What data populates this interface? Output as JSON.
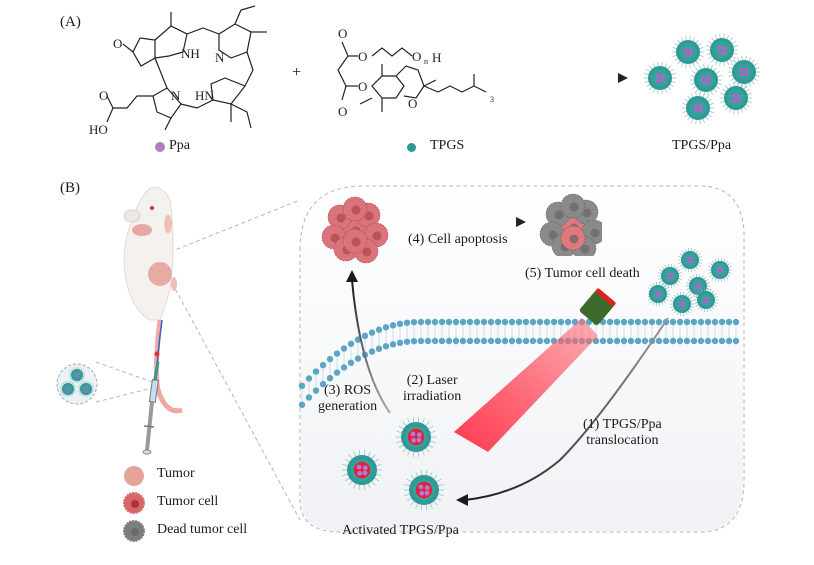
{
  "panel_a": {
    "label": "(A)",
    "plus_sign": "+",
    "ppa": {
      "name": "Ppa",
      "legend_color": "#b07cc6",
      "atoms": {
        "o_ketone": "O",
        "nh": "NH",
        "n_top": "N",
        "n_mid": "N",
        "hn": "HN",
        "o_acid": "O",
        "ho": "HO"
      }
    },
    "tpgs": {
      "name": "TPGS",
      "legend_color": "#2f9a95",
      "atoms": {
        "o1": "O",
        "o2": "O",
        "o_ester1": "O",
        "o_ester2": "O",
        "o_peg": "O",
        "o_ring": "O",
        "h": "H",
        "n_sub": "n",
        "sub_3": "3"
      }
    },
    "product": {
      "name": "TPGS/Ppa",
      "count": 7
    }
  },
  "panel_b": {
    "label": "(B)",
    "steps": {
      "step1": [
        "(1) TPGS/Ppa",
        "translocation"
      ],
      "step2": [
        "(2) Laser",
        "irradiation"
      ],
      "step3": [
        "(3) ROS",
        "generation"
      ],
      "step4": "(4) Cell apoptosis",
      "step5": "(5) Tumor cell death"
    },
    "activated_label": "Activated TPGS/Ppa",
    "legend": [
      {
        "label": "Tumor",
        "icon": "tumor-icon",
        "color": "#e3a39b"
      },
      {
        "label": "Tumor cell",
        "icon": "tumor-cell-icon",
        "color": "#d9646a"
      },
      {
        "label": "Dead tumor cell",
        "icon": "dead-tumor-cell-icon",
        "color": "#8a8a8a"
      }
    ]
  },
  "colors": {
    "micelle_shell": "#2f9a95",
    "micelle_core": "#c05ec8",
    "activated_core": "#e5213a",
    "membrane": "#5aa6c4",
    "laser_beam": "#ff5a6a",
    "laser_housing": "#3e6b2c",
    "tumor": "#d9747a",
    "dead": "#7d7d7d"
  }
}
